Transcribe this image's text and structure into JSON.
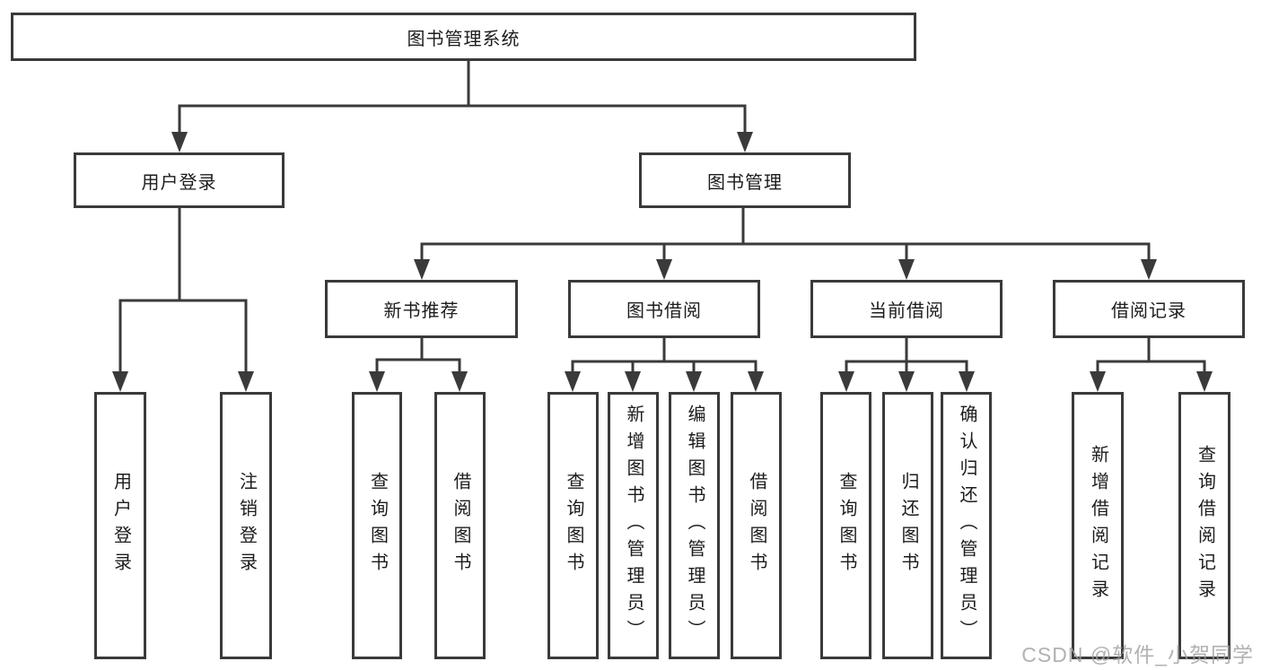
{
  "diagram": {
    "root": "图书管理系统",
    "user": {
      "label": "用户登录",
      "children": [
        "用户登录",
        "注销登录"
      ]
    },
    "mgmt": {
      "label": "图书管理",
      "sections": [
        {
          "label": "新书推荐",
          "children": [
            "查询图书",
            "借阅图书"
          ]
        },
        {
          "label": "图书借阅",
          "children": [
            "查询图书",
            "新增图书（管理员）",
            "编辑图书（管理员）",
            "借阅图书"
          ]
        },
        {
          "label": "当前借阅",
          "children": [
            "查询图书",
            "归还图书",
            "确认归还（管理员）"
          ]
        },
        {
          "label": "借阅记录",
          "children": [
            "新增借阅记录",
            "查询借阅记录"
          ]
        }
      ]
    },
    "colors": {
      "line": "#3a3a3a",
      "text": "#1c1c1c",
      "watermark": "#9e9e9e",
      "background": "#ffffff"
    }
  },
  "watermark": "CSDN @软件_小贺同学"
}
